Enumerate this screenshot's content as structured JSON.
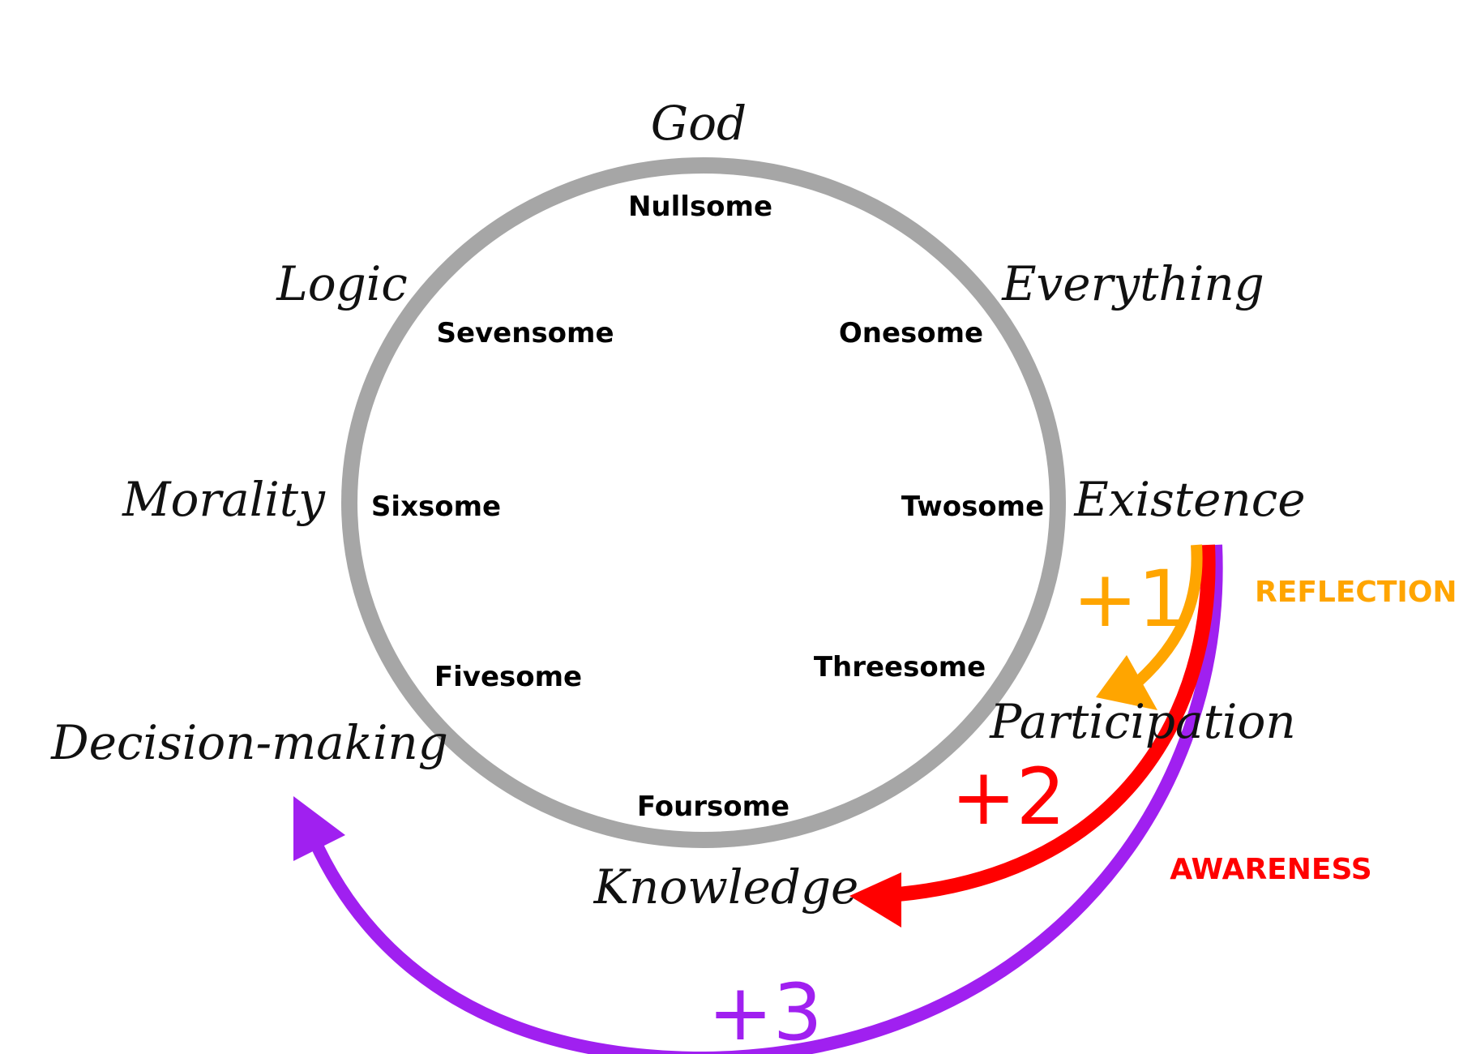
{
  "colors": {
    "ring": "#a6a6a6",
    "reflection": "#ffa500",
    "awareness": "#ff0000",
    "plus3": "#a020f0",
    "text": "#111111"
  },
  "outer_labels": {
    "god": "God",
    "everything": "Everything",
    "existence": "Existence",
    "participation": "Participation",
    "knowledge": "Knowledge",
    "decision_making": "Decision-making",
    "morality": "Morality",
    "logic": "Logic"
  },
  "inner_labels": {
    "nullsome": "Nullsome",
    "onesome": "Onesome",
    "twosome": "Twosome",
    "threesome": "Threesome",
    "foursome": "Foursome",
    "fivesome": "Fivesome",
    "sixsome": "Sixsome",
    "sevensome": "Sevensome"
  },
  "arrows": {
    "plus1": "+1",
    "plus2": "+2",
    "plus3": "+3",
    "reflection": "REFLECTION",
    "awareness": "AWARENESS"
  }
}
